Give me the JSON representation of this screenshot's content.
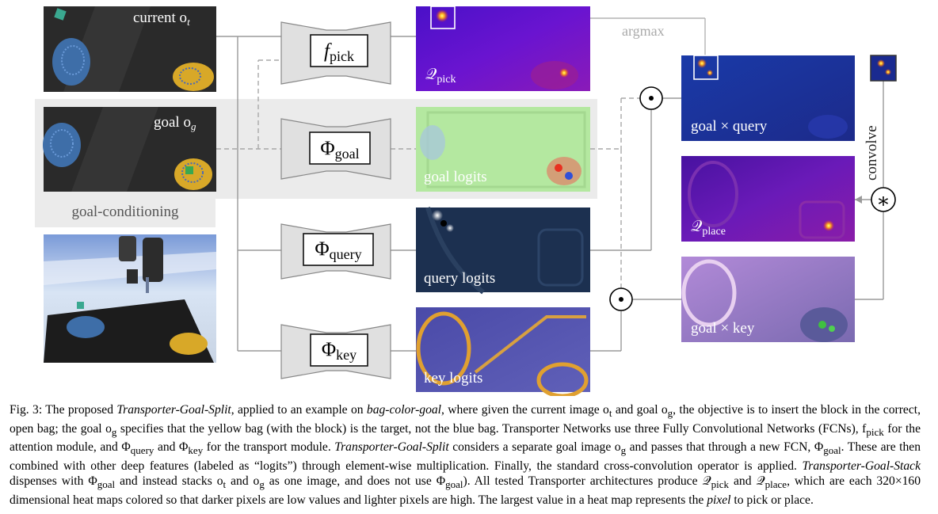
{
  "figure": {
    "current_label": "current o",
    "current_sub": "t",
    "goal_label": "goal o",
    "goal_sub": "g",
    "goal_conditioning": "goal-conditioning",
    "argmax": "argmax",
    "convolve": "convolve",
    "networks": {
      "f_pick": {
        "main": "f",
        "sub": "pick"
      },
      "phi_goal": {
        "main": "Φ",
        "sub": "goal"
      },
      "phi_query": {
        "main": "Φ",
        "sub": "query"
      },
      "phi_key": {
        "main": "Φ",
        "sub": "key"
      }
    },
    "maps": {
      "q_pick": {
        "main": "𝒬",
        "sub": "pick"
      },
      "goal_logits": "goal logits",
      "query_logits": "query logits",
      "key_logits": "key logits",
      "goal_x_query": "goal × query",
      "q_place": {
        "main": "𝒬",
        "sub": "place"
      },
      "goal_x_key": "goal × key"
    },
    "ops": {
      "multiply": "⊙",
      "convolve": "⊛"
    }
  },
  "caption": {
    "fig": "Fig. 3: ",
    "p1": "The proposed ",
    "p1_it": "Transporter-Goal-Split",
    "p2": ", applied to an example on ",
    "p2_it": "bag-color-goal",
    "p3": ", where given the current image o",
    "p3_sub": "t",
    "p4": " and goal o",
    "p4_sub": "g",
    "p5": ", the objective is to insert the block in the correct, open bag; the goal o",
    "p5_sub": "g",
    "p6": " specifies that the yellow bag (with the block) is the target, not the blue bag. Transporter Networks use three Fully Convolutional Networks (FCNs), f",
    "p6_sub": "pick",
    "p7": " for the attention module, and Φ",
    "p7_sub": "query",
    "p8": " and Φ",
    "p8_sub": "key",
    "p9": " for the transport module. ",
    "p9_it": "Transporter-Goal-Split",
    "p10": " considers a separate goal image o",
    "p10_sub": "g",
    "p11": " and passes that through a new FCN, Φ",
    "p11_sub": "goal",
    "p12": ". These are then combined with other deep features (labeled as “logits”) through element-wise multiplication. Finally, the standard cross-convolution operator is applied. ",
    "p12_it": "Transporter-Goal-Stack",
    "p13": " dispenses with Φ",
    "p13_sub": "goal",
    "p14": " and instead stacks o",
    "p14_sub": "t",
    "p15": " and o",
    "p15_sub": "g",
    "p16": " as one image, and does not use Φ",
    "p16_sub": "goal",
    "p17": "). All tested Transporter architectures produce 𝒬",
    "p17_sub": "pick",
    "p18": " and 𝒬",
    "p18_sub": "place",
    "p19": ", which are each 320×160 dimensional heat maps colored so that darker pixels are low values and lighter pixels are high. The largest value in a heat map represents the ",
    "p19_it": "pixel",
    "p20": " to pick or place."
  }
}
